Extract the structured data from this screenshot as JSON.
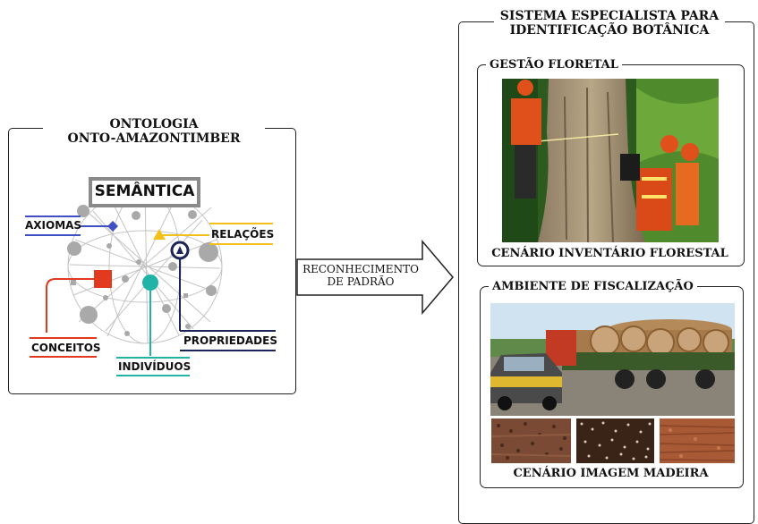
{
  "ontology": {
    "title_line1": "ONTOLOGIA",
    "title_line2": "ONTO-AMAZONTIMBER",
    "semantica": "SEMÂNTICA",
    "axiomas": "AXIOMAS",
    "relacoes": "RELAÇÕES",
    "conceitos": "CONCEITOS",
    "individuos": "INDIVÍDUOS",
    "propriedades": "PROPRIEDADES"
  },
  "arrow": {
    "line1": "RECONHECIMENTO",
    "line2": "DE PADRÃO"
  },
  "system": {
    "title_line1": "SISTEMA ESPECIALISTA PARA",
    "title_line2": "IDENTIFICAÇÃO BOTÂNICA",
    "forest": {
      "title": "GESTÃO FLORETAL",
      "caption": "CENÁRIO INVENTÁRIO FLORESTAL"
    },
    "inspection": {
      "title": "AMBIENTE DE FISCALIZAÇÃO",
      "caption": "CENÁRIO IMAGEM MADEIRA"
    }
  },
  "colors": {
    "axiomas": "#3f4fc4",
    "relacoes": "#f2c018",
    "conceitos": "#e23a1e",
    "individuos": "#21b3a8",
    "propriedades": "#1b2558",
    "node_gray": "#a9a9a9"
  }
}
